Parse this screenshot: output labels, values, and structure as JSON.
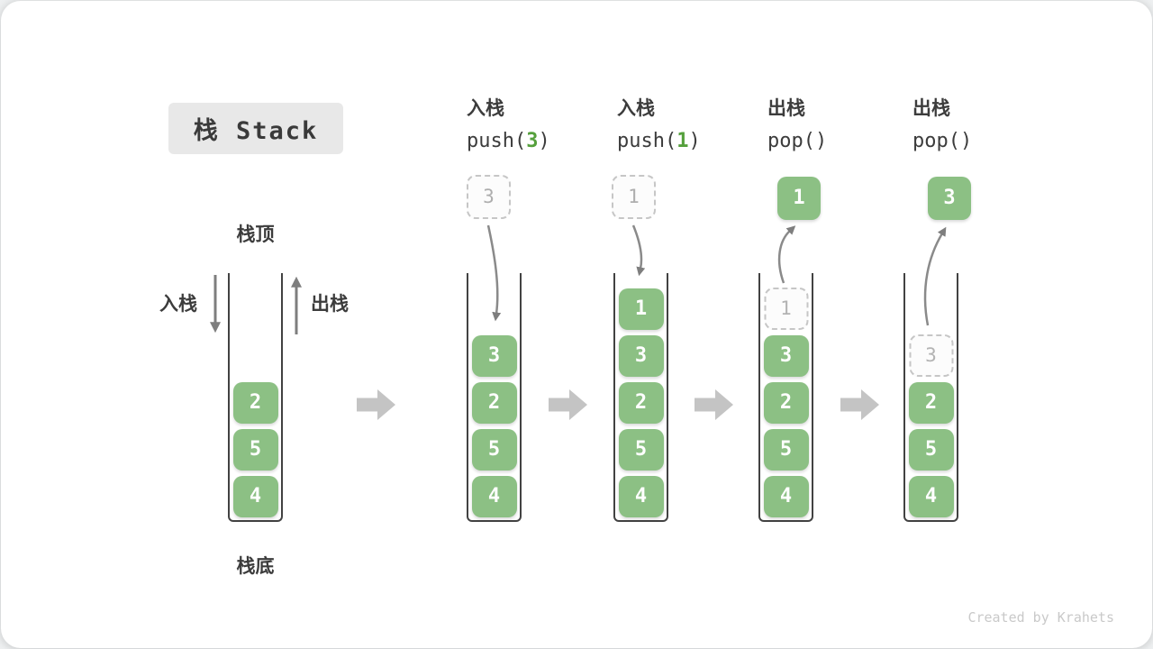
{
  "title": "栈 Stack",
  "watermark": "Created by Krahets",
  "labels": {
    "stack_top": "栈顶",
    "stack_bottom": "栈底",
    "push_in": "入栈",
    "pop_out": "出栈"
  },
  "operations": [
    {
      "name": "入栈",
      "code_pre": "push(",
      "arg": "3",
      "code_post": ")"
    },
    {
      "name": "入栈",
      "code_pre": "push(",
      "arg": "1",
      "code_post": ")"
    },
    {
      "name": "出栈",
      "code_pre": "pop(",
      "arg": "",
      "code_post": ")"
    },
    {
      "name": "出栈",
      "code_pre": "pop(",
      "arg": "",
      "code_post": ")"
    }
  ],
  "stacks": [
    {
      "blocks_top_to_bottom": [
        "2",
        "5",
        "4"
      ]
    },
    {
      "incoming": "3",
      "blocks_top_to_bottom": [
        "3",
        "2",
        "5",
        "4"
      ]
    },
    {
      "incoming": "1",
      "blocks_top_to_bottom": [
        "1",
        "3",
        "2",
        "5",
        "4"
      ]
    },
    {
      "outgoing": "1",
      "ghost": "1",
      "blocks_top_to_bottom": [
        "3",
        "2",
        "5",
        "4"
      ]
    },
    {
      "outgoing": "3",
      "ghost": "3",
      "blocks_top_to_bottom": [
        "2",
        "5",
        "4"
      ]
    }
  ],
  "colors": {
    "block_green": "#8cc084",
    "code_arg_green": "#55a03c",
    "step_arrow_gray": "#c4c4c4",
    "flow_arrow_gray": "#7e7e7e",
    "ghost_border_gray": "#c6c6c6",
    "title_box_bg": "#e8e8e8"
  }
}
